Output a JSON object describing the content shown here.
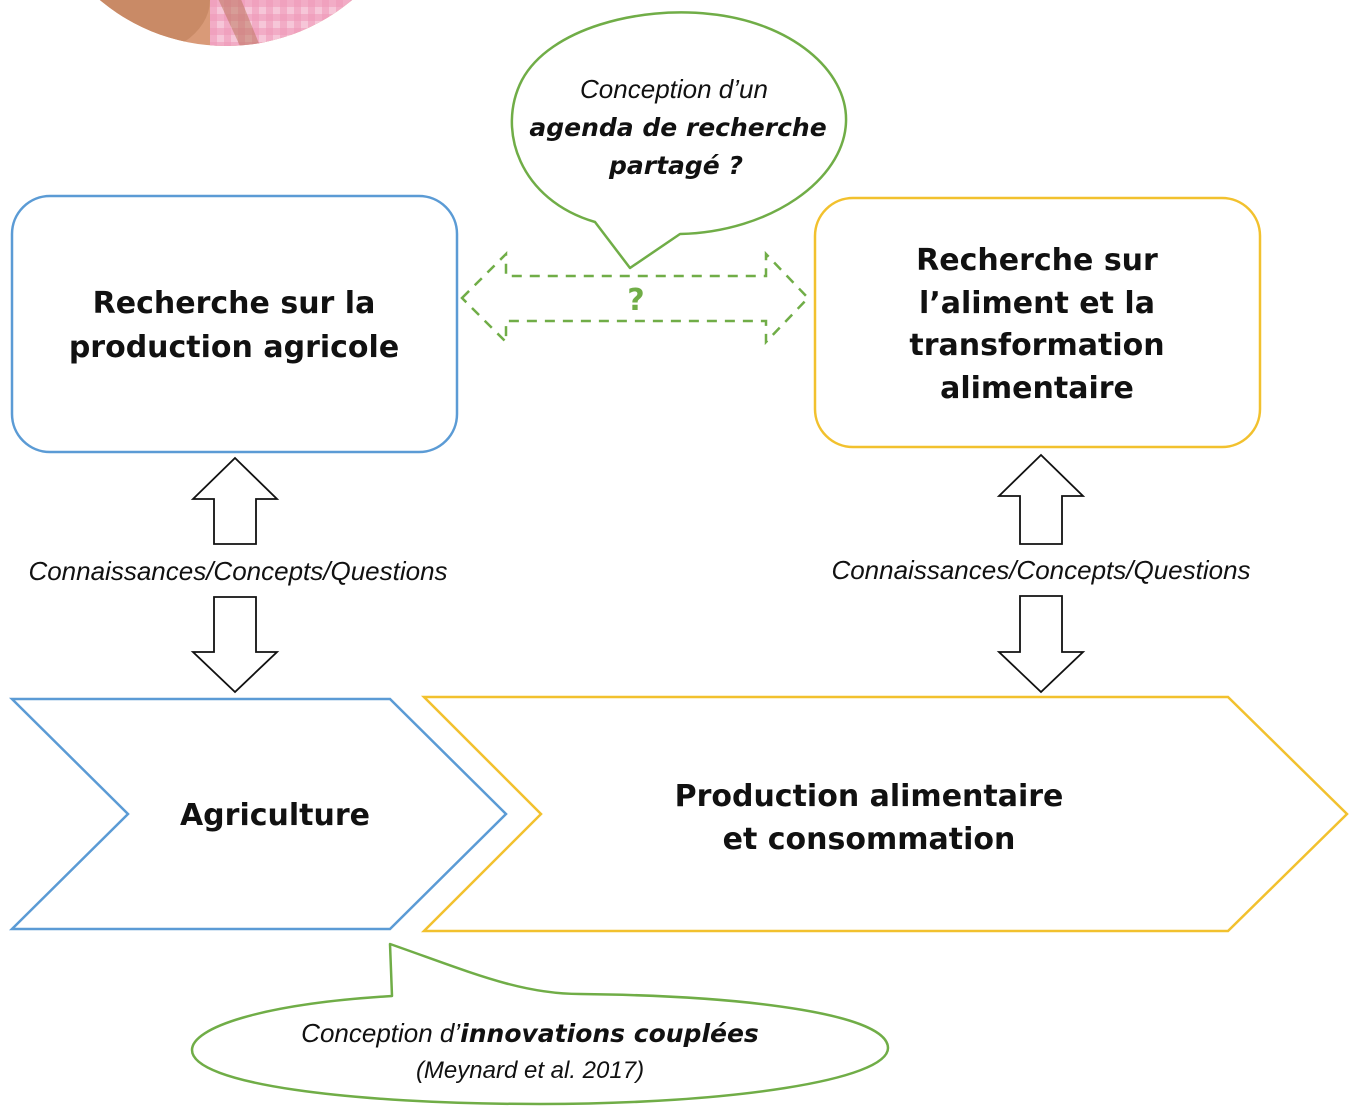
{
  "colors": {
    "blue": "#5b9bd5",
    "yellow": "#f2c12e",
    "green": "#70ad47",
    "text": "#111111"
  },
  "boxes": {
    "research_agri": {
      "lines": [
        "Recherche sur la",
        "production agricole"
      ]
    },
    "research_food": {
      "lines": [
        "Recherche sur",
        "l’aliment et la",
        "transformation",
        "alimentaire"
      ]
    }
  },
  "link": {
    "question_mark": "?"
  },
  "bubble_top": {
    "line1": "Conception d’un",
    "line2": "agenda de recherche",
    "line3": "partagé ?"
  },
  "exchange_label_left": "Connaissances/Concepts/Questions",
  "exchange_label_right": "Connaissances/Concepts/Questions",
  "chevrons": {
    "agriculture": "Agriculture",
    "food_production": [
      "Production alimentaire",
      "et consommation"
    ]
  },
  "bubble_bottom": {
    "prefix": "Conception d’",
    "emphasis": "innovations couplées",
    "citation": "(Meynard et al. 2017)"
  },
  "photo": {
    "icon": "person-photo"
  }
}
